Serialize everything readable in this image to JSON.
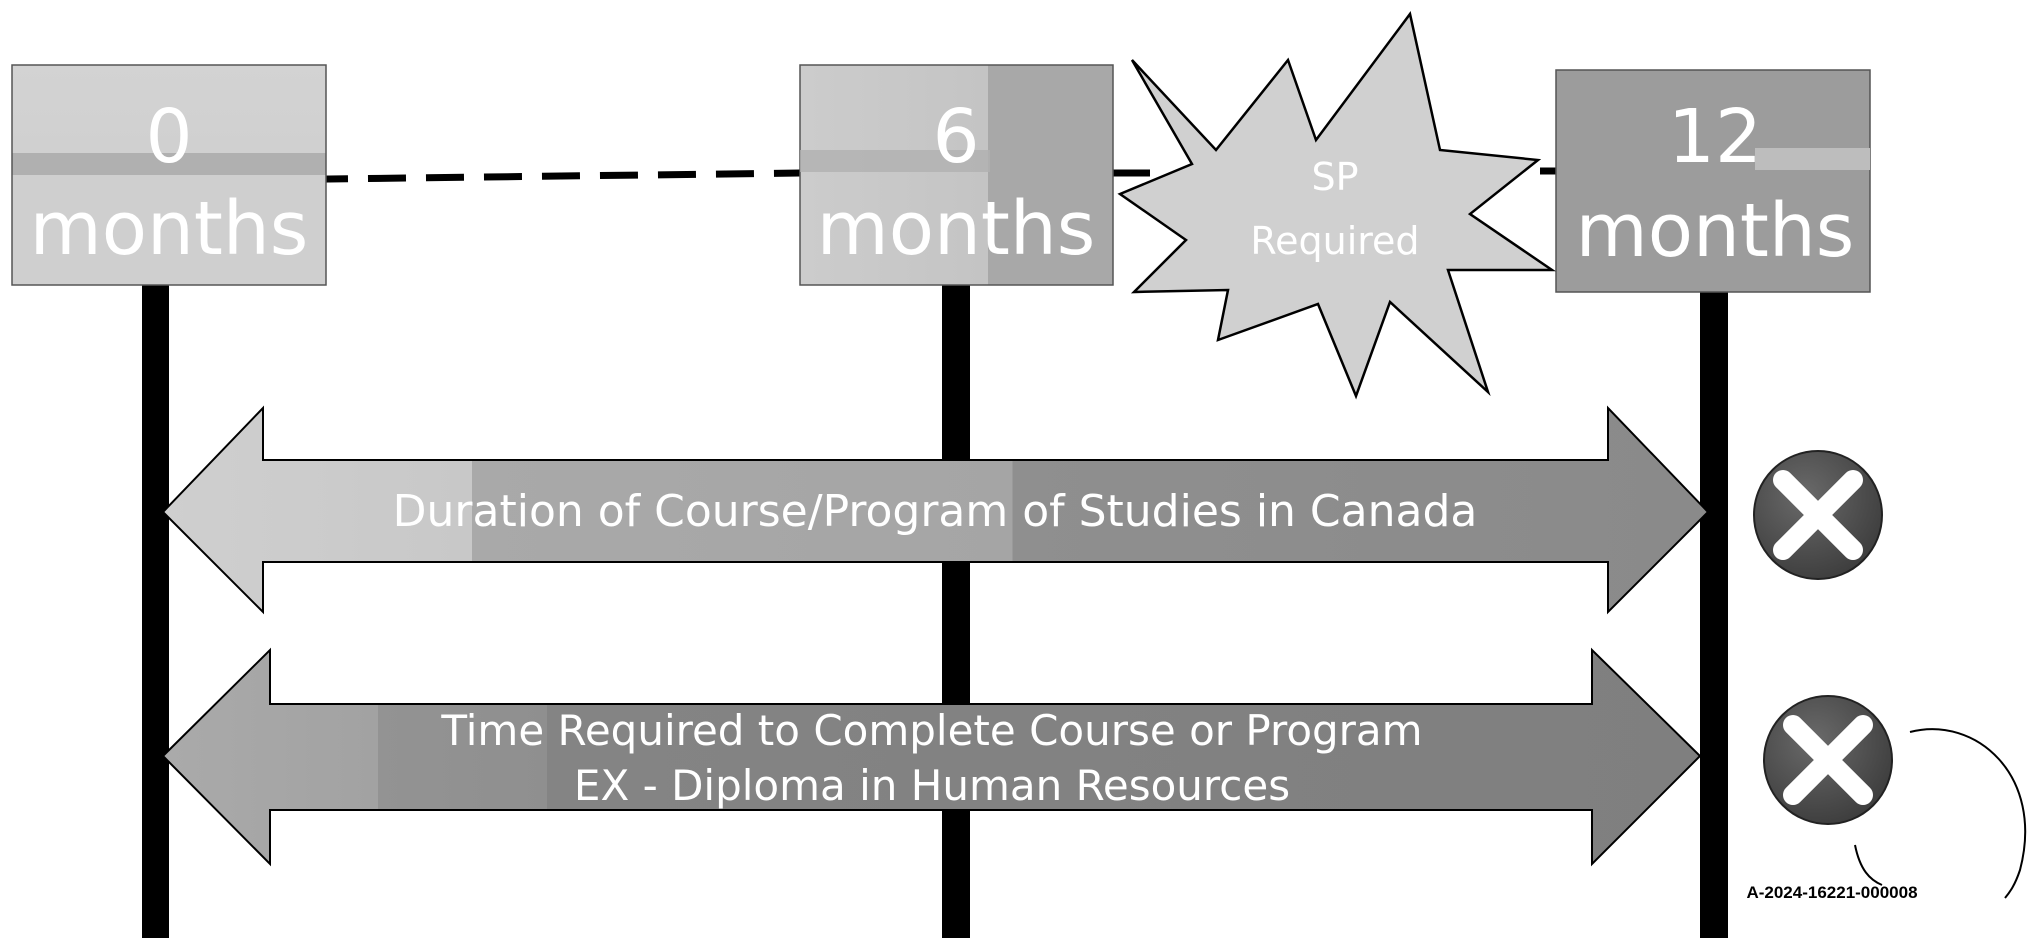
{
  "milestones": [
    {
      "number": "0",
      "unit": "months"
    },
    {
      "number": "6",
      "unit": "months"
    },
    {
      "number": "12",
      "unit": "months"
    }
  ],
  "burst": {
    "line1": "SP",
    "line2": "Required"
  },
  "arrows": [
    {
      "line1": "Duration of Course/Program of Studies in Canada",
      "line2": ""
    },
    {
      "line1": "Time Required to Complete Course or Program",
      "line2": "EX - Diploma in Human Resources"
    }
  ],
  "icons": [
    "close-circle-icon",
    "close-circle-icon"
  ],
  "reference_id": "A-2024-16221-000008",
  "colors": {
    "box_light": "#cfcfcf",
    "box_dark": "#9c9c9c",
    "arrow_light": "#c4c4c4",
    "arrow_dark": "#8a8a8a",
    "line": "#000000",
    "icon": "#555555"
  }
}
